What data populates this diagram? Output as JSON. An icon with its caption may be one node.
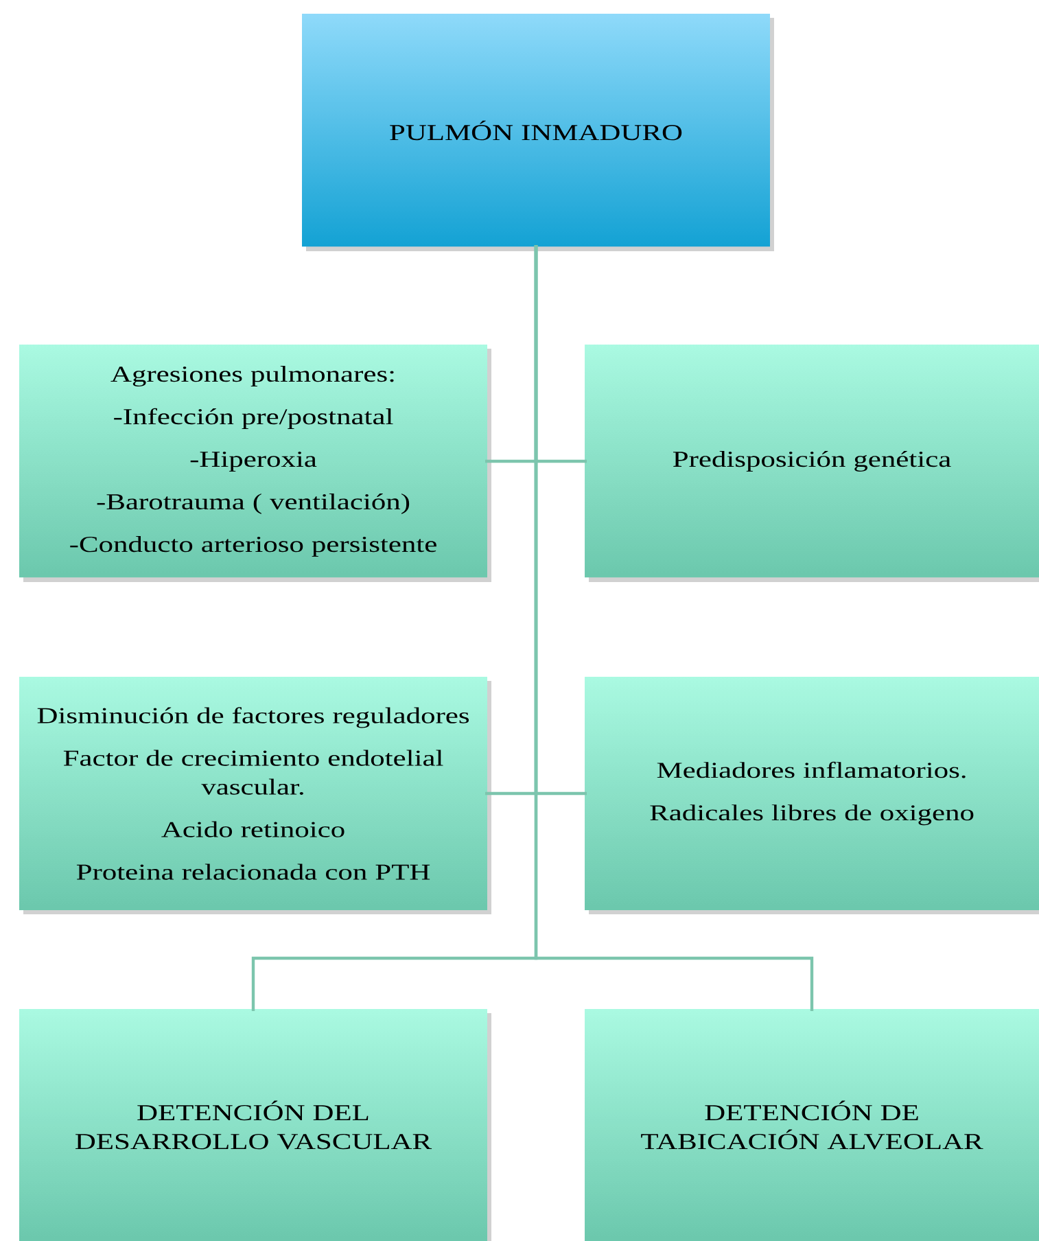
{
  "diagram": {
    "nodes": [
      {
        "text": [
          "PULMÓN INMADURO"
        ]
      },
      {
        "text": [
          "Agresiones pulmonares:",
          "-Infección pre/postnatal",
          "-Hiperoxia",
          "-Barotrauma ( ventilación)",
          "-Conducto arterioso persistente"
        ]
      },
      {
        "text": [
          "Predisposición genética"
        ]
      },
      {
        "text": [
          "Disminución de factores reguladores",
          "Factor de crecimiento endotelial vascular.",
          "Acido retinoico",
          "Proteina relacionada con PTH"
        ]
      },
      {
        "text": [
          "Mediadores inflamatorios.",
          "Radicales libres de oxigeno"
        ]
      },
      {
        "text": [
          "DETENCIÓN DEL DESARROLLO VASCULAR"
        ]
      },
      {
        "text": [
          "DETENCIÓN DE TABICACIÓN ALVEOLAR"
        ]
      }
    ],
    "edges": [
      {
        "from": 0,
        "to": 1,
        "arrow": "none"
      },
      {
        "from": 0,
        "to": 2,
        "arrow": "none"
      },
      {
        "from": 0,
        "to": 3,
        "arrow": "none"
      },
      {
        "from": 0,
        "to": 4,
        "arrow": "none"
      },
      {
        "from": 0,
        "to": 5,
        "arrow": "none"
      },
      {
        "from": 0,
        "to": 6,
        "arrow": "none"
      }
    ]
  }
}
